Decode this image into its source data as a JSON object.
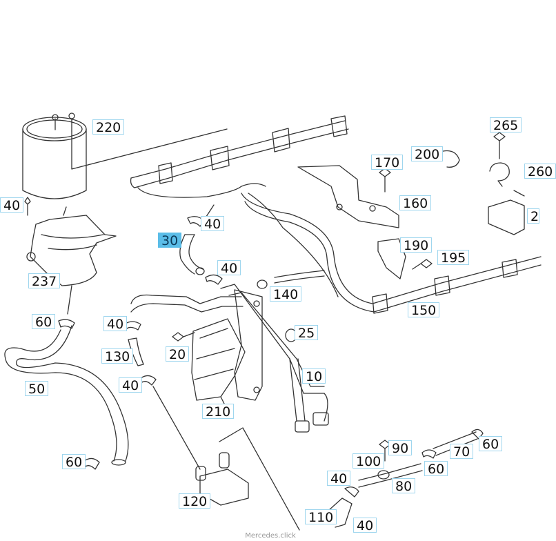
{
  "diagram": {
    "part_labels": [
      "220",
      "40",
      "40",
      "30",
      "40",
      "237",
      "60",
      "40",
      "130",
      "20",
      "140",
      "25",
      "10",
      "210",
      "50",
      "40",
      "60",
      "120",
      "170",
      "200",
      "265",
      "260",
      "160",
      "190",
      "195",
      "150",
      "90",
      "60",
      "70",
      "100",
      "60",
      "40",
      "80",
      "110",
      "40",
      "2"
    ],
    "selected_label": "30",
    "watermark": "Mercedes.click"
  }
}
